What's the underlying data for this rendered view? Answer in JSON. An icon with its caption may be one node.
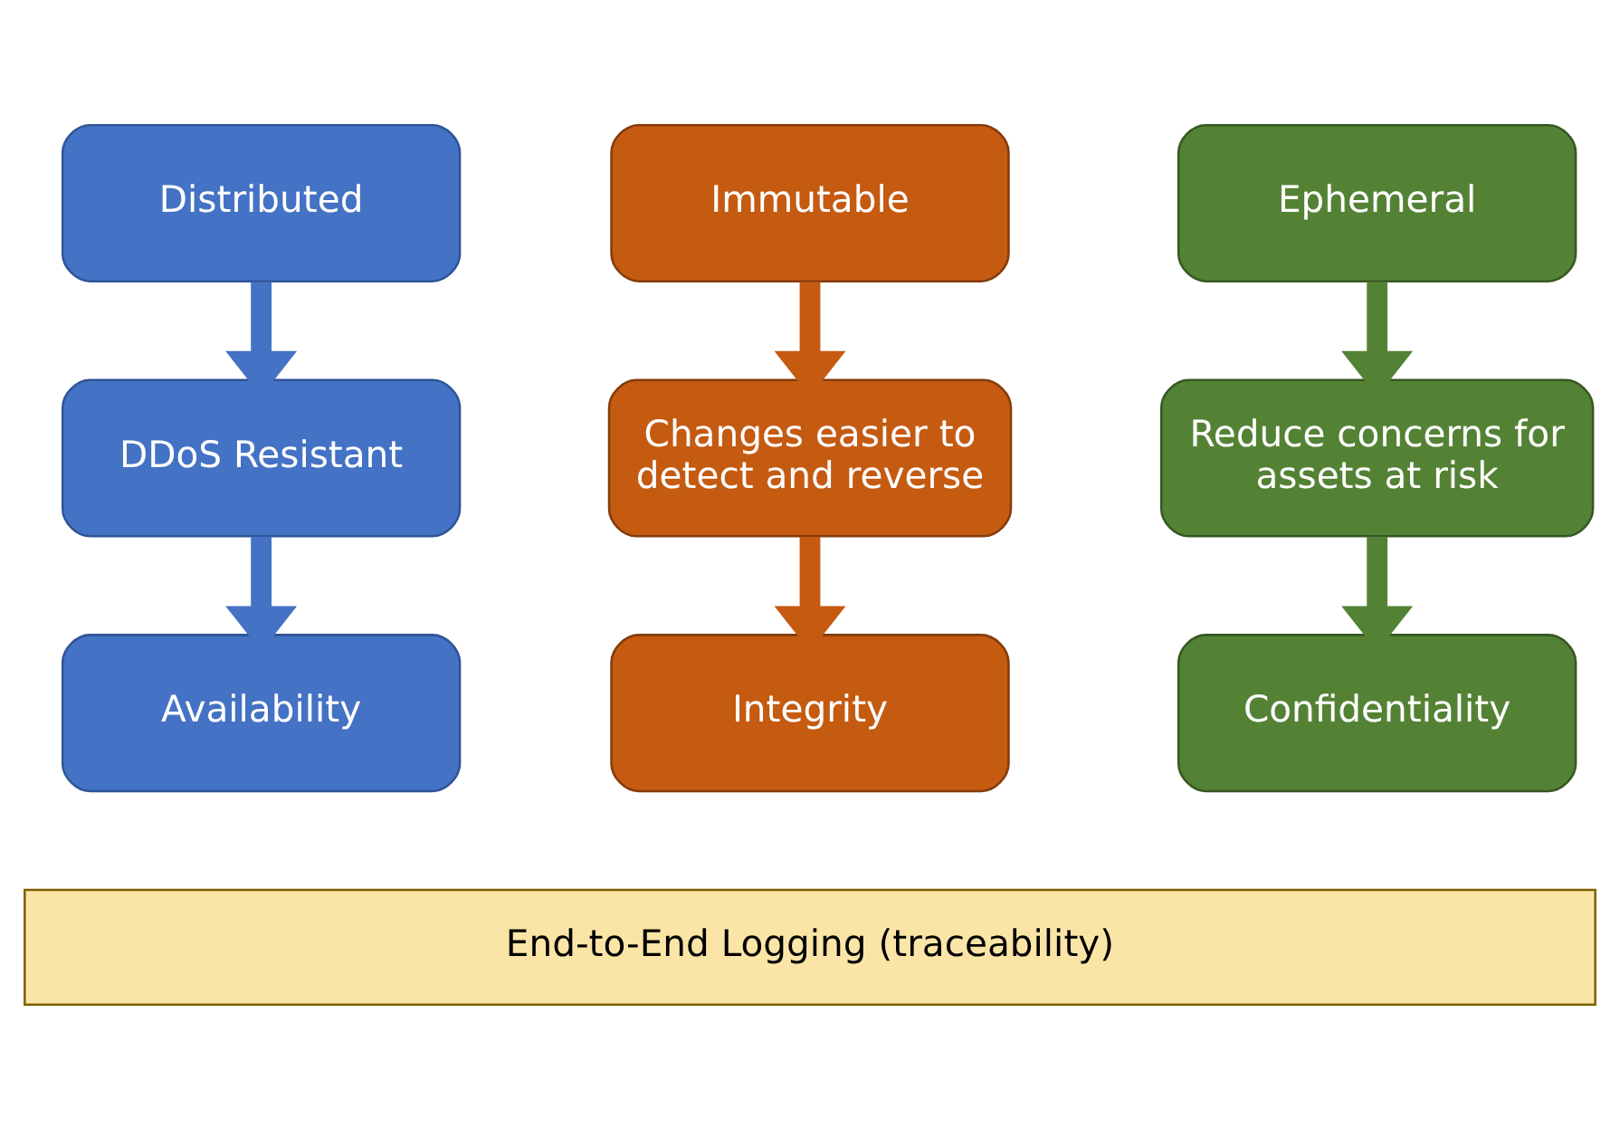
{
  "diagram": {
    "nodes": [
      {
        "text": [
          "Distributed"
        ]
      },
      {
        "text": [
          "Immutable"
        ]
      },
      {
        "text": [
          "Ephemeral"
        ]
      },
      {
        "text": [
          "DDoS Resistant"
        ]
      },
      {
        "text": [
          "Changes easier to detect and reverse"
        ]
      },
      {
        "text": [
          "Reduce concerns for assets at risk"
        ]
      },
      {
        "text": [
          "Availability"
        ]
      },
      {
        "text": [
          "Integrity"
        ]
      },
      {
        "text": [
          "Confidentiality"
        ]
      },
      {
        "text": [
          "End-to-End Logging (traceability)"
        ]
      }
    ],
    "edges": [
      {
        "from": 0,
        "to": 3,
        "arrow": "to",
        "color": "#4472c4"
      },
      {
        "from": 3,
        "to": 6,
        "arrow": "to",
        "color": "#4472c4"
      },
      {
        "from": 1,
        "to": 4,
        "arrow": "to",
        "color": "#c55a11"
      },
      {
        "from": 4,
        "to": 7,
        "arrow": "to",
        "color": "#c55a11"
      },
      {
        "from": 2,
        "to": 5,
        "arrow": "to",
        "color": "#548235"
      },
      {
        "from": 5,
        "to": 8,
        "arrow": "to",
        "color": "#548235"
      }
    ]
  }
}
